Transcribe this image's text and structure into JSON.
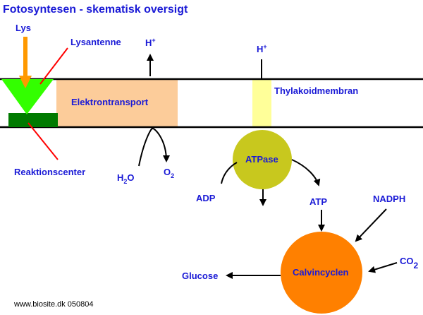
{
  "title": "Fotosyntesen - skematisk oversigt",
  "labels": {
    "light": "Lys",
    "antenna": "Lysantenne",
    "reaction_center": "Reaktionscenter",
    "electron_transport": "Elektrontransport",
    "thylakoid_membrane": "Thylakoidmembran",
    "h_plus_left_base": "H",
    "h_plus_left_sup": "+",
    "h_plus_right_base": "H",
    "h_plus_right_sup": "+",
    "water_base": "H",
    "water_sub": "2",
    "water_tail": "O",
    "oxygen_base": "O",
    "oxygen_sub": "2",
    "atpase": "ATPase",
    "adp": "ADP",
    "atp": "ATP",
    "nadph": "NADPH",
    "co2_base": "CO",
    "co2_sub": "2",
    "calvin_cycle": "Calvincyclen",
    "glucose": "Glucose"
  },
  "credit": "www.biosite.dk 050804",
  "colors": {
    "text": "#1a1ad6",
    "membrane_line": "#000000",
    "electron_transport_box": "#fccc9a",
    "antenna": "#33ff00",
    "reaction_center": "#007a00",
    "light_arrow": "#ff9900",
    "pointer": "#ff0000",
    "atpase": "#c8c81e",
    "atpase_channel": "#ffff99",
    "calvin": "#ff8000"
  }
}
